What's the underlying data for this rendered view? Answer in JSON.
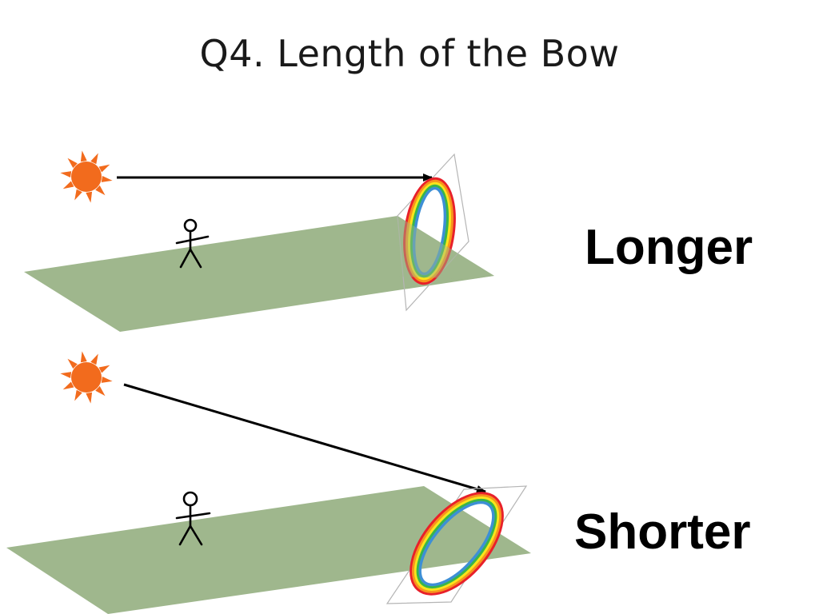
{
  "slide": {
    "title": "Q4. Length of the Bow"
  },
  "scenarios": [
    {
      "label": "Longer",
      "light_direction": "horizontal"
    },
    {
      "label": "Shorter",
      "light_direction": "slanted downward"
    }
  ],
  "colors": {
    "ground": "#9fb78d",
    "sun": "#f26b1d",
    "arrow": "#000000",
    "plane_outline": "#b5b5b5",
    "rainbow": [
      "#e8202a",
      "#f7941d",
      "#f9e51b",
      "#39b54a",
      "#3d8fd6"
    ]
  },
  "icons": {
    "sun": "sun-icon",
    "person": "stick-figure-icon"
  }
}
